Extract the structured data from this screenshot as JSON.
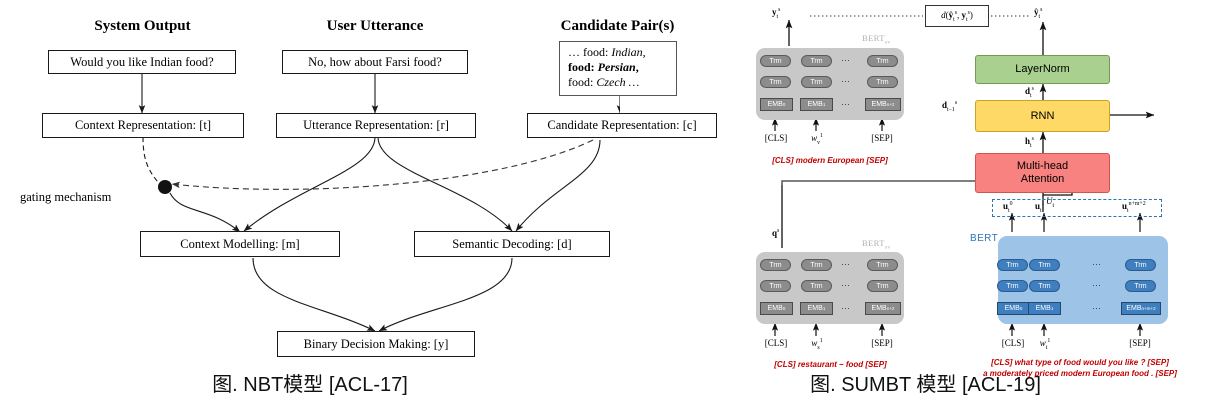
{
  "nbt": {
    "caption": "图. NBT模型 [ACL-17]",
    "columns": [
      {
        "title": "System Output",
        "example": "Would you like Indian food?",
        "repr": "Context Representation: [t]"
      },
      {
        "title": "User Utterance",
        "example": "No, how about Farsi food?",
        "repr": "Utterance Representation: [r]"
      },
      {
        "title": "Candidate Pair(s)",
        "repr": "Candidate Representation: [c]"
      }
    ],
    "candidate_lines": [
      "… food: Indian,",
      "food: Persian,",
      "food: Czech …"
    ],
    "gating_label": "gating mechanism",
    "context_modelling": "Context Modelling: [m]",
    "semantic_decoding": "Semantic Decoding: [d]",
    "binary_decision": "Binary Decision Making: [y]"
  },
  "sumbt": {
    "caption": "图. SUMBT 模型 [ACL-19]",
    "blocks": {
      "layernorm": "LayerNorm",
      "rnn": "RNN",
      "attention": "Multi-head Attention"
    },
    "colors": {
      "layernorm": "#a9d08e",
      "rnn": "#ffd965",
      "attention": "#f8827f",
      "bert_blue": "#9dc3e6",
      "bert_gray": "#c8c8c8",
      "red_text": "#c00000"
    },
    "distance_box": "d(ŷₜˢ, yₜˢ)",
    "labels": {
      "y_true": "yₜˢ",
      "y_pred": "ŷₜˢ",
      "d_prev": "dₜ₋₁ˢ",
      "d_cur": "dₜˢ",
      "h_cur": "hₜˢ",
      "U_t": "Uₜ",
      "q_s": "qˢ"
    },
    "encoders": [
      {
        "name": "slot-value-encoder-top",
        "bert_label": "BERT",
        "bert_sub": "sv",
        "trm": "Trm",
        "embs": [
          "EMB₀",
          "EMB₁",
          "EMBₙ₊₂"
        ],
        "tokens": [
          "[CLS]",
          "wᵥ¹",
          "[SEP]"
        ],
        "red_text": [
          "[CLS] modern European [SEP]"
        ]
      },
      {
        "name": "slot-encoder-bottom",
        "bert_label": "BERT",
        "bert_sub": "sv",
        "trm": "Trm",
        "embs": [
          "EMB₀",
          "EMB₁",
          "EMBₙ₊₂"
        ],
        "tokens": [
          "[CLS]",
          "wₛ¹",
          "[SEP]"
        ],
        "red_text": [
          "[CLS] restaurant – food [SEP]"
        ]
      },
      {
        "name": "utterance-encoder-bert",
        "bert_label": "BERT",
        "bert_sub": "",
        "trm": "Trm",
        "embs": [
          "EMB₀",
          "EMB₁",
          "EMBₙ₊ₘ₊₂"
        ],
        "tokens": [
          "[CLS]",
          "wₜ¹",
          "[SEP]"
        ],
        "red_text": [
          "[CLS] what type of food would you like ? [SEP]",
          "a moderately priced modern European food . [SEP]"
        ]
      }
    ],
    "u_outputs": [
      "uₜ⁰",
      "uₜ¹",
      "uₜⁿ⁺ᵐ⁺²"
    ],
    "dots": "⋯"
  }
}
